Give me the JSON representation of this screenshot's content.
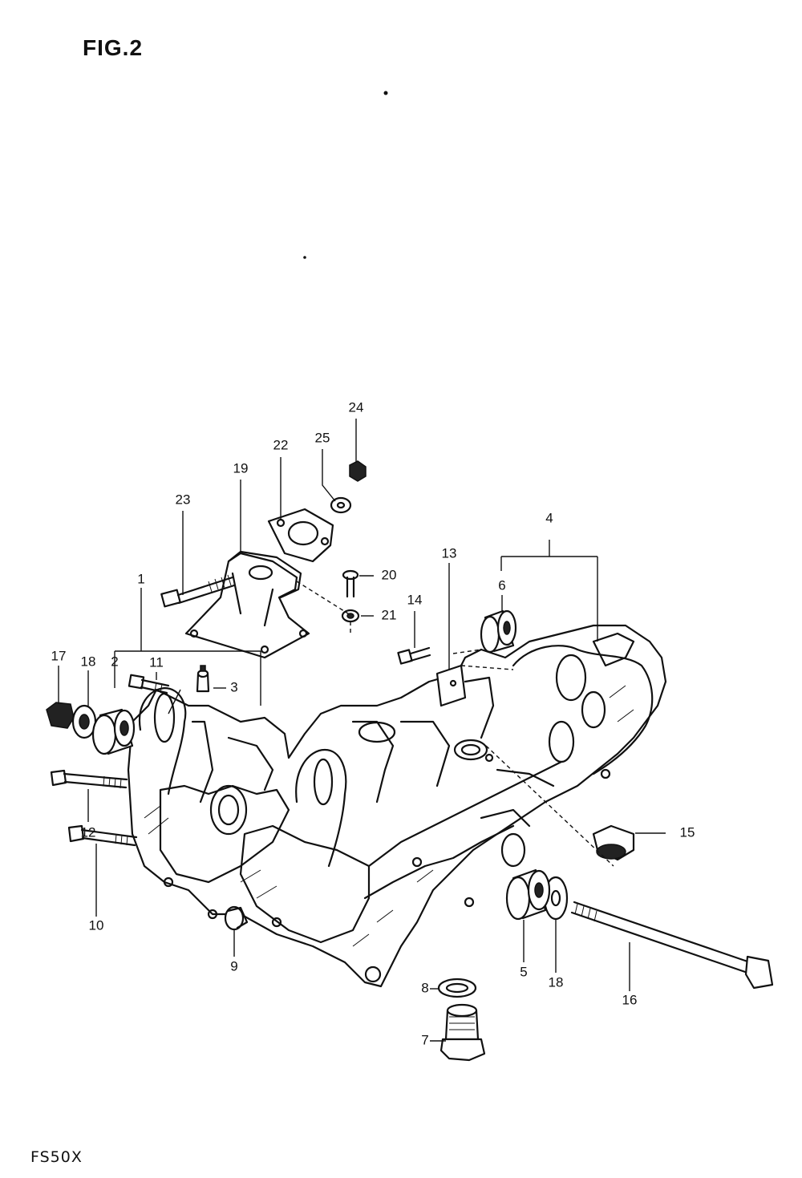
{
  "figure": {
    "title": "FIG.2",
    "model": "FS50X"
  },
  "callouts": [
    {
      "label": "1"
    },
    {
      "label": "2"
    },
    {
      "label": "3"
    },
    {
      "label": "4"
    },
    {
      "label": "5"
    },
    {
      "label": "6"
    },
    {
      "label": "7"
    },
    {
      "label": "8"
    },
    {
      "label": "9"
    },
    {
      "label": "10"
    },
    {
      "label": "11"
    },
    {
      "label": "12"
    },
    {
      "label": "13"
    },
    {
      "label": "14"
    },
    {
      "label": "15"
    },
    {
      "label": "16"
    },
    {
      "label": "17"
    },
    {
      "label": "18"
    },
    {
      "label": "18"
    },
    {
      "label": "19"
    },
    {
      "label": "20"
    },
    {
      "label": "21"
    },
    {
      "label": "22"
    },
    {
      "label": "23"
    },
    {
      "label": "24"
    },
    {
      "label": "25"
    }
  ]
}
